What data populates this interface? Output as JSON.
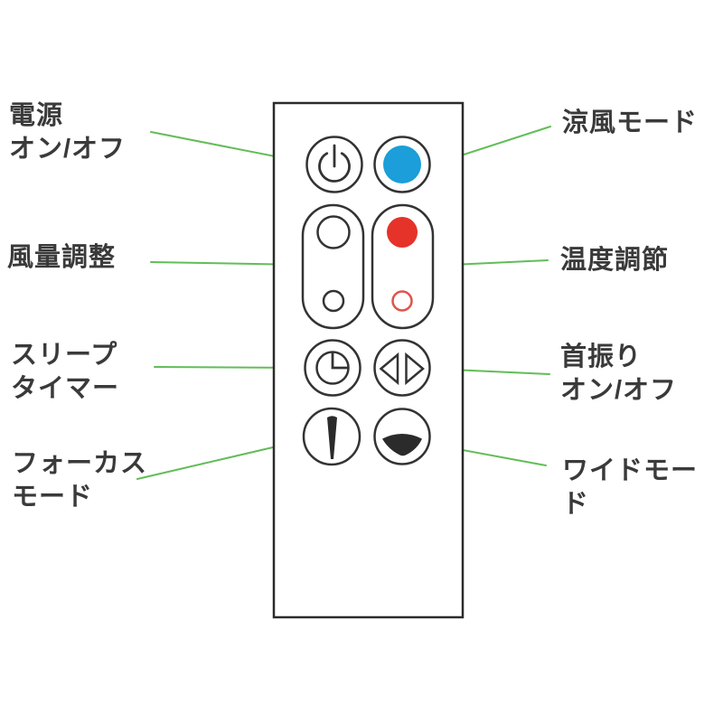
{
  "diagram": {
    "title": "remote-control-annotation-diagram",
    "labels": {
      "power": "電源\nオン/オフ",
      "airflow": "風量調整",
      "sleep_timer": "スリープ\nタイマー",
      "focus_mode": "フォーカス\nモード",
      "cool_mode": "涼風モード",
      "temperature": "温度調節",
      "oscillation": "首振り\nオン/オフ",
      "wide_mode": "ワイドモード"
    },
    "buttons": [
      {
        "name": "power-button",
        "icon": "power-icon"
      },
      {
        "name": "cool-mode-button",
        "icon": "blue-dot-icon"
      },
      {
        "name": "airflow-up-button",
        "icon": "large-circle-icon"
      },
      {
        "name": "airflow-down-button",
        "icon": "small-circle-icon"
      },
      {
        "name": "heat-up-button",
        "icon": "red-dot-icon"
      },
      {
        "name": "heat-down-button",
        "icon": "red-ring-icon"
      },
      {
        "name": "sleep-timer-button",
        "icon": "clock-icon"
      },
      {
        "name": "oscillation-button",
        "icon": "left-right-triangles-icon"
      },
      {
        "name": "focus-mode-button",
        "icon": "narrow-beam-icon"
      },
      {
        "name": "wide-mode-button",
        "icon": "wide-fan-icon"
      }
    ],
    "colors": {
      "leader_line": "#62bd58",
      "cool_blue": "#1b9ed9",
      "heat_red": "#e5332a",
      "heat_red_ring": "#e0524c",
      "outline": "#333333",
      "label_text": "#3a3a3a"
    }
  }
}
